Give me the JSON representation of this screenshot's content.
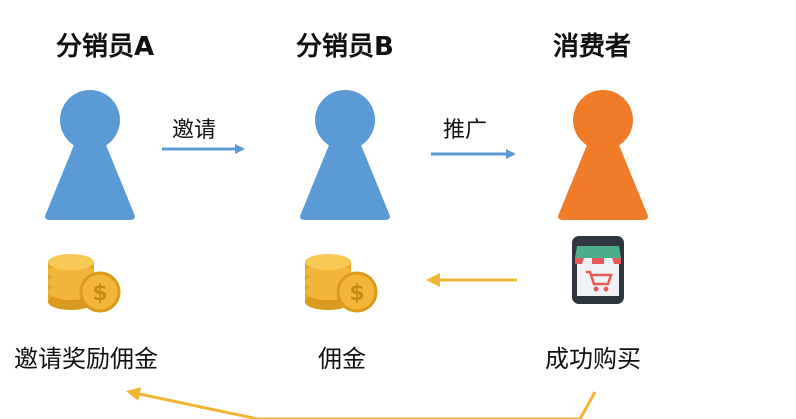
{
  "nodes": {
    "distributor_a": {
      "title": "分销员A",
      "caption": "邀请奖励佣金"
    },
    "distributor_b": {
      "title": "分销员B",
      "caption": "佣金"
    },
    "consumer": {
      "title": "消费者",
      "caption": "成功购买"
    }
  },
  "edges": {
    "invite": {
      "label": "邀请"
    },
    "promote": {
      "label": "推广"
    }
  },
  "colors": {
    "person_blue": "#5b9bd5",
    "person_orange": "#f07c2a",
    "arrow_blue": "#5b9bd5",
    "arrow_gold": "#f2b533",
    "coin_gold": "#f4b63a",
    "coin_dark": "#d99a1e"
  },
  "icons": {
    "person": "person-icon",
    "coins": "coins-icon",
    "shop": "phone-shop-icon"
  }
}
